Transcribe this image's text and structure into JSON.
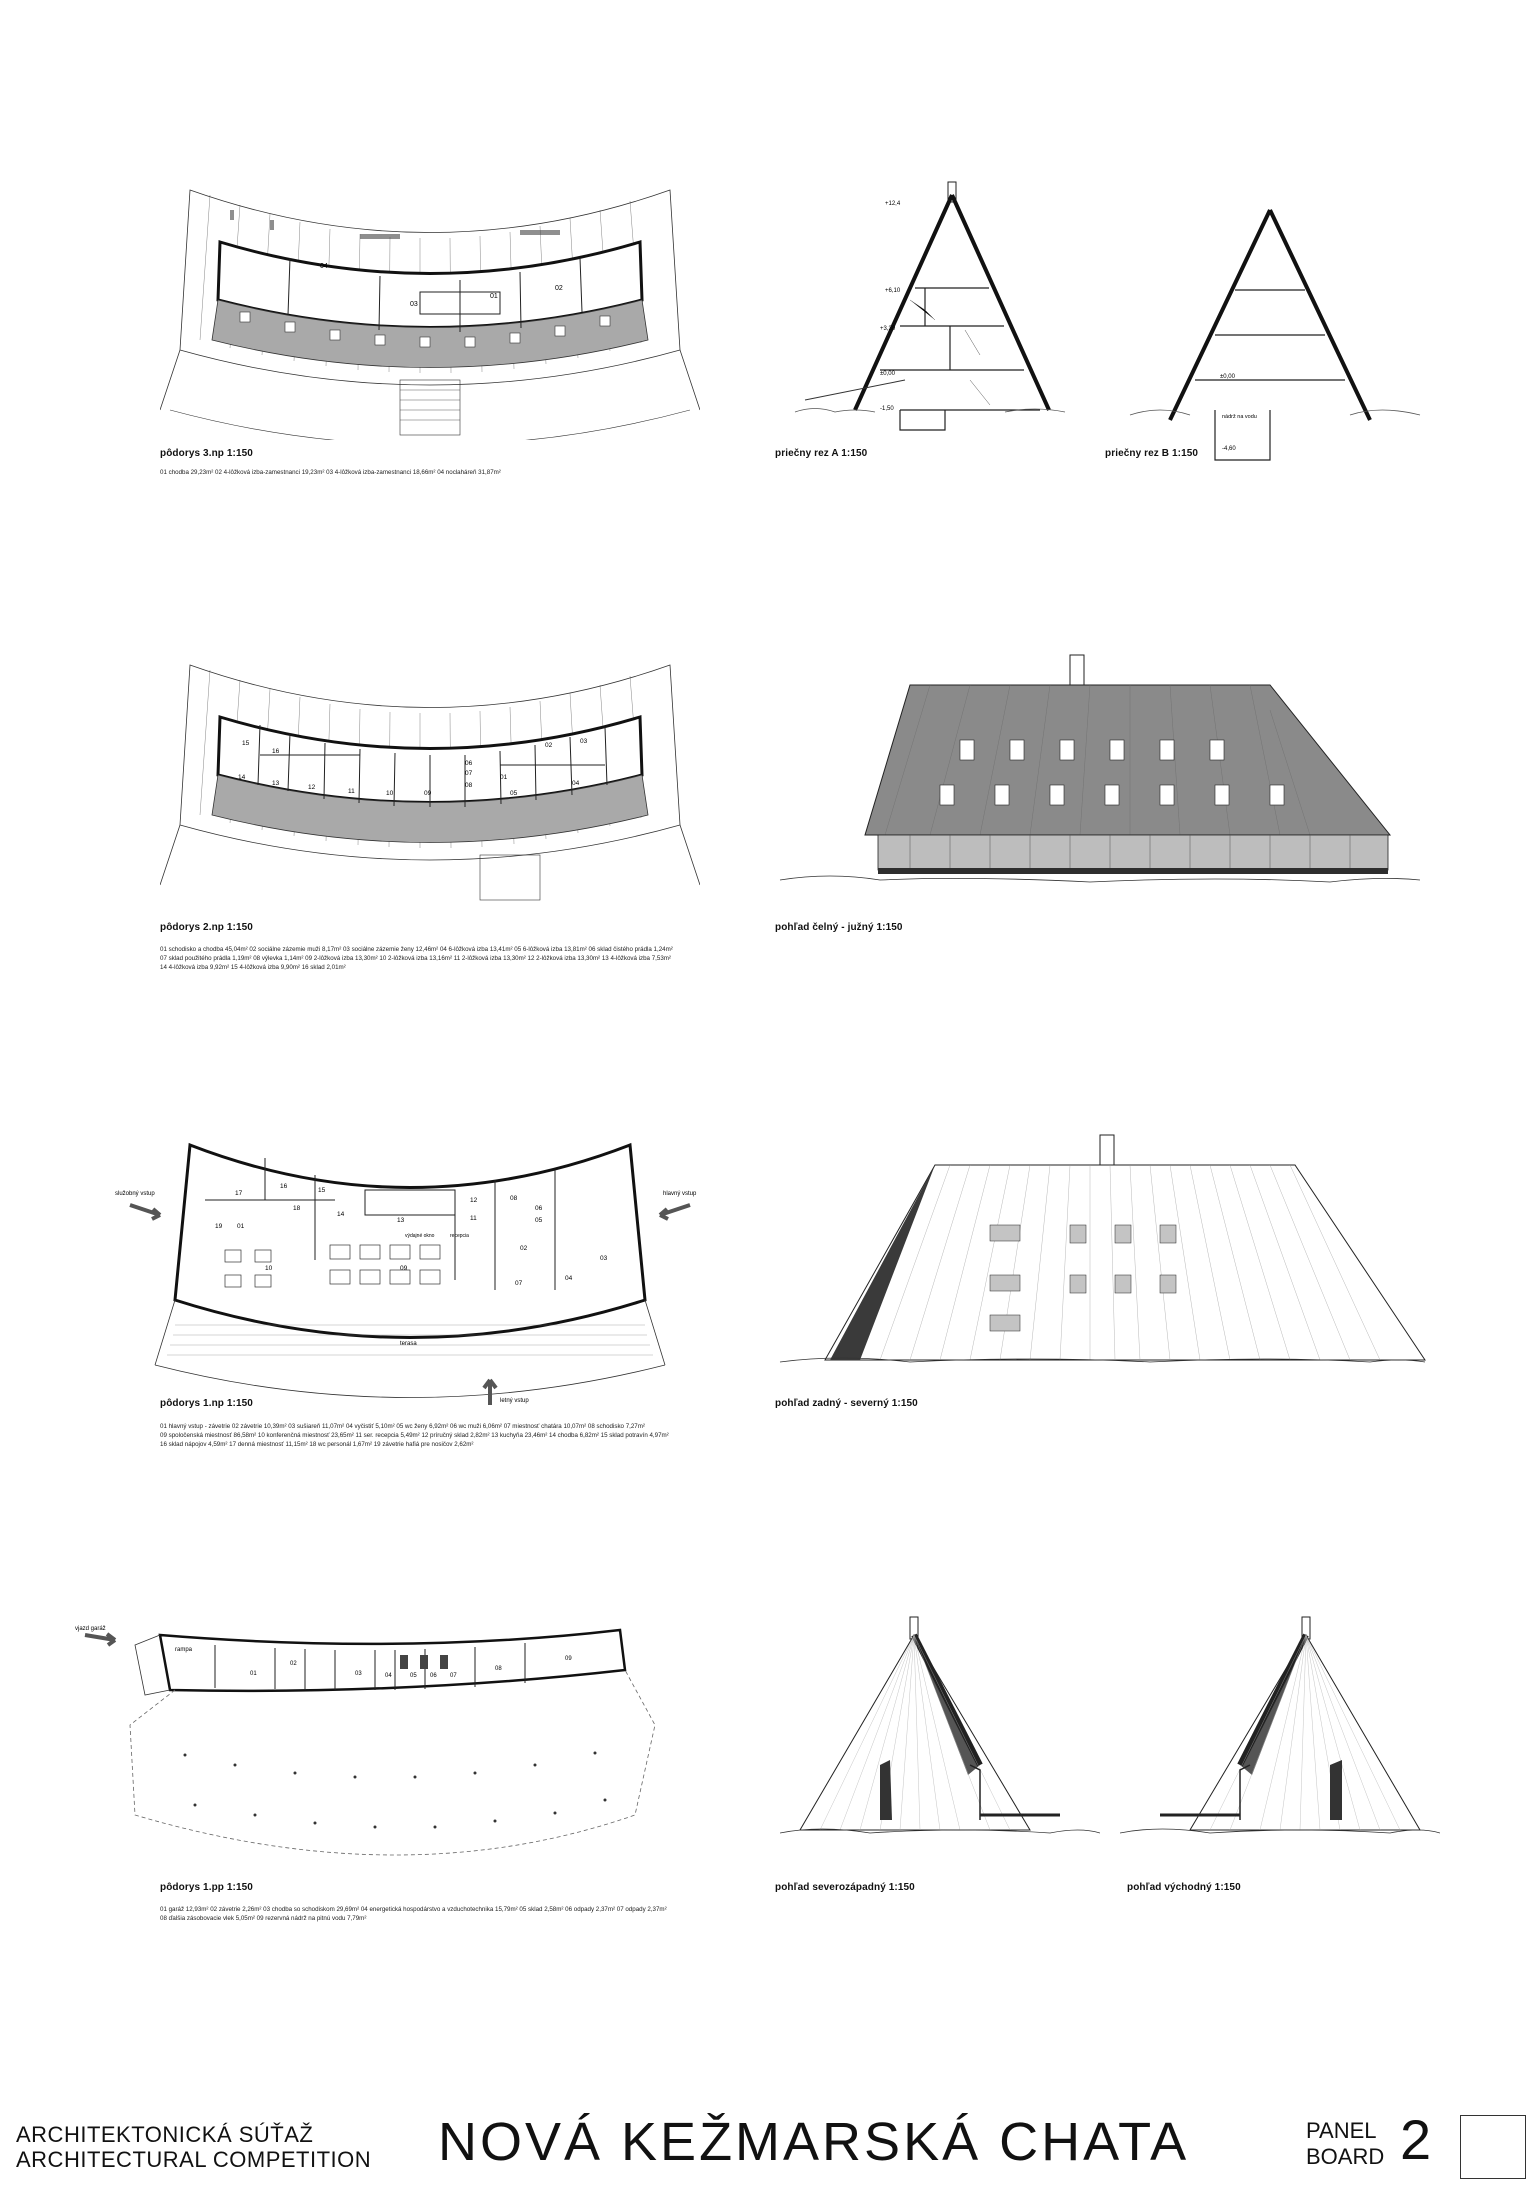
{
  "panels": {
    "plan_3np": {
      "title": "pôdorys 3.np 1:150",
      "legend": [
        "01 chodba 29,23m²   02 4-lôžková izba-zamestnanci 19,23m²   03 4-lôžková izba-zamestnanci 18,66m²   04 noclaháreň 31,87m²"
      ],
      "rooms": [
        "01",
        "02",
        "03",
        "04"
      ]
    },
    "section_a": {
      "title": "priečny rez A 1:150",
      "levels": [
        "+12,4",
        "+6,10",
        "+3,30",
        "±0,00",
        "-1,50"
      ]
    },
    "section_b": {
      "title": "priečny rez B 1:150",
      "levels": [
        "±0,00",
        "nádrž na vodu",
        "-4,60"
      ]
    },
    "plan_2np": {
      "title": "pôdorys 2.np 1:150",
      "legend": [
        "01 schodisko a chodba 45,04m²   02 sociálne zázemie muži 8,17m²   03 sociálne zázemie ženy 12,46m²   04 6-lôžková izba 13,41m²   05 6-lôžková izba 13,81m²   06 sklad čistého prádla 1,24m²",
        "07 sklad použitého prádla 1,19m²   08 výlevka 1,14m²   09 2-lôžková izba 13,30m²   10 2-lôžková izba 13,16m²   11 2-lôžková izba 13,30m²   12 2-lôžková izba 13,30m²   13 4-lôžková izba 7,53m²",
        "14 4-lôžková izba 9,92m²   15 4-lôžková izba 9,90m²   16 sklad 2,01m²"
      ],
      "rooms": [
        "01",
        "02",
        "03",
        "04",
        "05",
        "06",
        "07",
        "08",
        "09",
        "10",
        "11",
        "12",
        "13",
        "14",
        "15",
        "16"
      ]
    },
    "elev_south": {
      "title": "pohľad čelný - južný 1:150"
    },
    "plan_1np": {
      "title": "pôdorys 1.np 1:150",
      "legend": [
        "01 hlavný vstup - závetrie   02 závetrie 10,39m²   03 sušiareň 11,07m²   04 vyčistiť 5,10m²   05 wc ženy 6,92m²   06 wc muži 6,06m²   07 miestnosť chatára 10,07m²   08 schodisko 7,27m²",
        "09 spoločenská miestnosť 86,58m²   10 konferenčná miestnosť 23,65m²   11 ser. recepcia 5,49m²   12 príručný sklad 2,82m²   13 kuchyňa 23,46m²   14 chodba 6,82m²   15 sklad potravín 4,97m²",
        "16 sklad nápojov 4,59m²   17 denná miestnosť 11,15m²   18 wc personál 1,67m²   19 závetrie hafiá pre nosičov 2,62m²"
      ],
      "labels": {
        "side_entry": "služobný vstup",
        "main_entry": "hlavný vstup",
        "winter_entry": "letný vstup",
        "terrace": "terasa",
        "serving": "výdajné okno",
        "reception": "recepcia"
      },
      "rooms": [
        "01",
        "02",
        "03",
        "04",
        "05",
        "06",
        "07",
        "08",
        "09",
        "10",
        "11",
        "12",
        "13",
        "14",
        "15",
        "16",
        "17",
        "18",
        "19"
      ]
    },
    "elev_north": {
      "title": "pohľad zadný - severný 1:150"
    },
    "plan_1pp": {
      "title": "pôdorys 1.pp 1:150",
      "legend": [
        "01 garáž 12,93m²   02 závetrie 2,26m²   03 chodba so schodiskom 29,69m²   04 energetická hospodárstvo a vzduchotechnika 15,79m²   05 sklad 2,58m²   06 odpady 2,37m²   07 odpady 2,37m²",
        "08 ďalšia zásobovacie vlek 5,05m²   09 rezervná nádrž na pitnú vodu 7,79m²"
      ],
      "labels": {
        "entry": "vjazd garáž",
        "ramp": "rampa"
      },
      "rooms": [
        "01",
        "02",
        "03",
        "04",
        "05",
        "06",
        "07",
        "08",
        "09"
      ]
    },
    "elev_nw": {
      "title": "pohľad severozápadný 1:150"
    },
    "elev_east": {
      "title": "pohľad východný 1:150"
    }
  },
  "footer": {
    "competition_sk": "ARCHITEKTONICKÁ SÚŤAŽ",
    "competition_en": "ARCHITECTURAL COMPETITION",
    "project_title": "NOVÁ KEŽMARSKÁ CHATA",
    "panel_sk": "PANEL",
    "panel_en": "BOARD",
    "panel_number": "2"
  },
  "colors": {
    "line": "#222222",
    "roof": "#8a8a8a",
    "band": "#a9a9a9",
    "dark": "#3a3a3a"
  }
}
